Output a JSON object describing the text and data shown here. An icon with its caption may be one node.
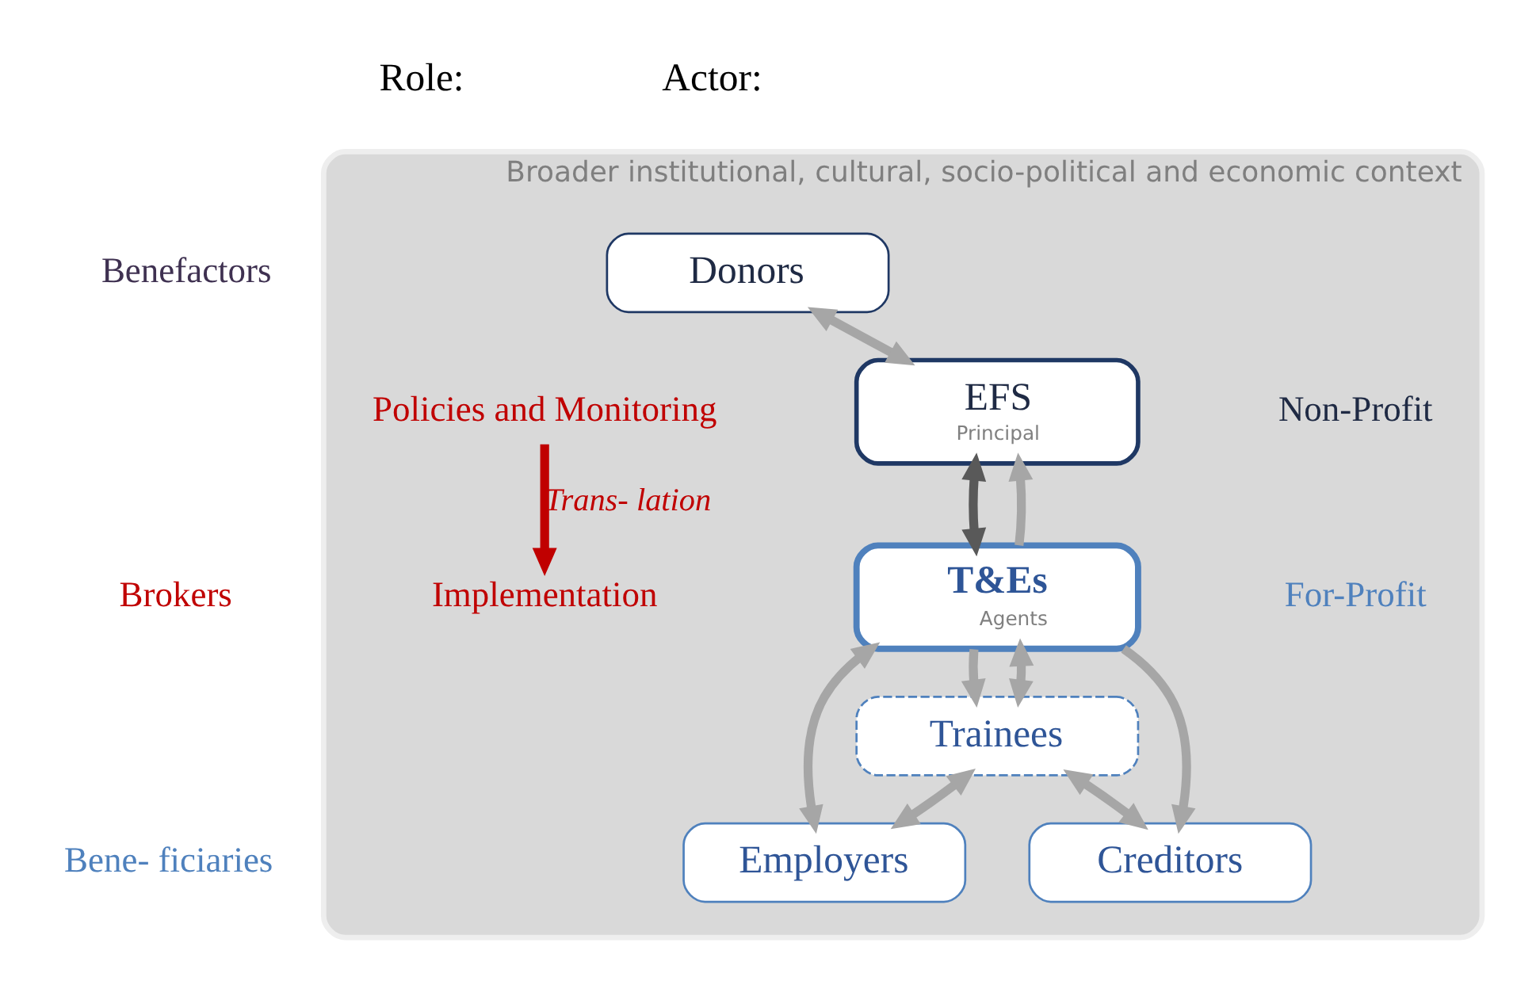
{
  "diagram": {
    "nodes": [
      {
        "text": [
          "Broader institutional, cultural, socio-political and economic context"
        ]
      },
      {
        "text": [
          "Donors"
        ],
        "in": 0
      },
      {
        "text": [
          "EFS",
          "Principal"
        ],
        "in": 0
      },
      {
        "text": [
          "T&Es",
          "Agents"
        ],
        "in": 0
      },
      {
        "text": [
          "Employers"
        ],
        "in": 0
      },
      {
        "text": [
          "Creditors"
        ],
        "in": 0
      },
      {
        "text": [
          "Trainees"
        ],
        "in": 0
      },
      {
        "text": [
          "Policies and Monitoring"
        ],
        "in": 0
      },
      {
        "text": [
          "Implementation"
        ],
        "in": 0
      }
    ],
    "edges": [
      {
        "from": 1,
        "to": 2,
        "arrow": "both"
      },
      {
        "from": 2,
        "to": 3,
        "arrow": "both",
        "color": "#595959"
      },
      {
        "from": 3,
        "to": 2,
        "arrow": "to"
      },
      {
        "from": 3,
        "to": 6,
        "arrow": "to"
      },
      {
        "from": 3,
        "to": 4,
        "arrow": "both"
      },
      {
        "from": 3,
        "to": 5,
        "arrow": "to"
      },
      {
        "from": 3,
        "to": 6,
        "arrow": "both"
      },
      {
        "from": 4,
        "to": 6,
        "arrow": "both"
      },
      {
        "from": 6,
        "to": 5,
        "arrow": "both"
      },
      {
        "from": 7,
        "to": 8,
        "arrow": "to",
        "color": "#c00000",
        "label": "Trans- lation"
      }
    ],
    "labels": [
      "Role:",
      "Actor:",
      "Benefactors",
      "Brokers",
      "Bene- ficiaries",
      "Non-Profit",
      "For-Profit"
    ]
  }
}
